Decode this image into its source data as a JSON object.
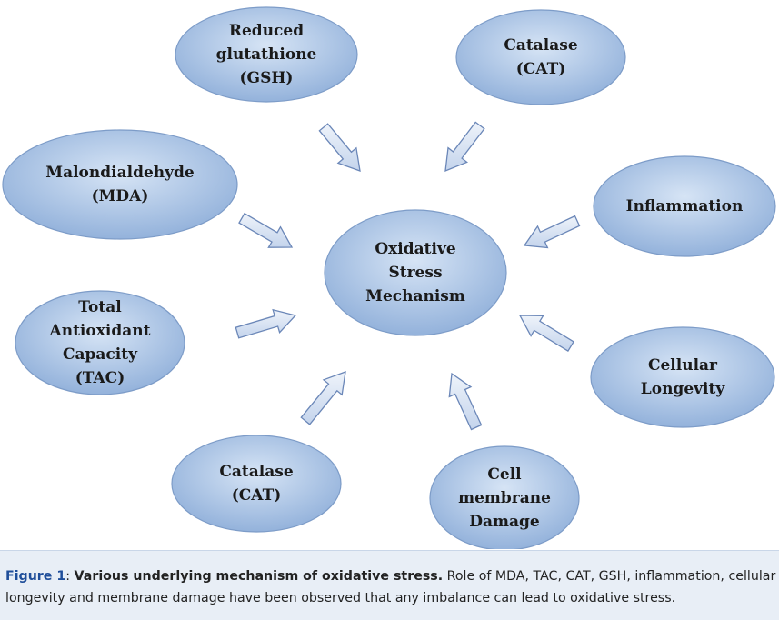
{
  "diagram": {
    "center": {
      "id": "center",
      "label": "Oxidative\nStress\nMechanism"
    },
    "nodes": [
      {
        "id": "gsh",
        "label": "Reduced\nglutathione\n(GSH)"
      },
      {
        "id": "cat-top",
        "label": "Catalase\n(CAT)"
      },
      {
        "id": "mda",
        "label": "Malondialdehyde\n(MDA)"
      },
      {
        "id": "inflammation",
        "label": "Inflammation"
      },
      {
        "id": "tac",
        "label": "Total\nAntioxidant\nCapacity\n(TAC)"
      },
      {
        "id": "cellular-longevity",
        "label": "Cellular\nLongevity"
      },
      {
        "id": "cat-bottom",
        "label": "Catalase\n(CAT)"
      },
      {
        "id": "cell-membrane",
        "label": "Cell\nmembrane\nDamage"
      }
    ],
    "edges": [
      {
        "from": "gsh",
        "to": "center"
      },
      {
        "from": "cat-top",
        "to": "center"
      },
      {
        "from": "mda",
        "to": "center"
      },
      {
        "from": "inflammation",
        "to": "center"
      },
      {
        "from": "tac",
        "to": "center"
      },
      {
        "from": "cellular-longevity",
        "to": "center"
      },
      {
        "from": "cat-bottom",
        "to": "center"
      },
      {
        "from": "cell-membrane",
        "to": "center"
      }
    ],
    "colors": {
      "node_fill_light": "#cfdff2",
      "node_fill_dark": "#8fb0da",
      "node_stroke": "#7d9cc8",
      "arrow_fill": "#d9e4f3",
      "arrow_stroke": "#6b87b8"
    }
  },
  "caption": {
    "label": "Figure 1",
    "separator": ": ",
    "title": "Various underlying mechanism of oxidative stress.",
    "text": " Role of MDA, TAC, CAT, GSH, inflammation, cellular longevity and membrane damage have been observed that any imbalance can lead to oxidative stress."
  }
}
